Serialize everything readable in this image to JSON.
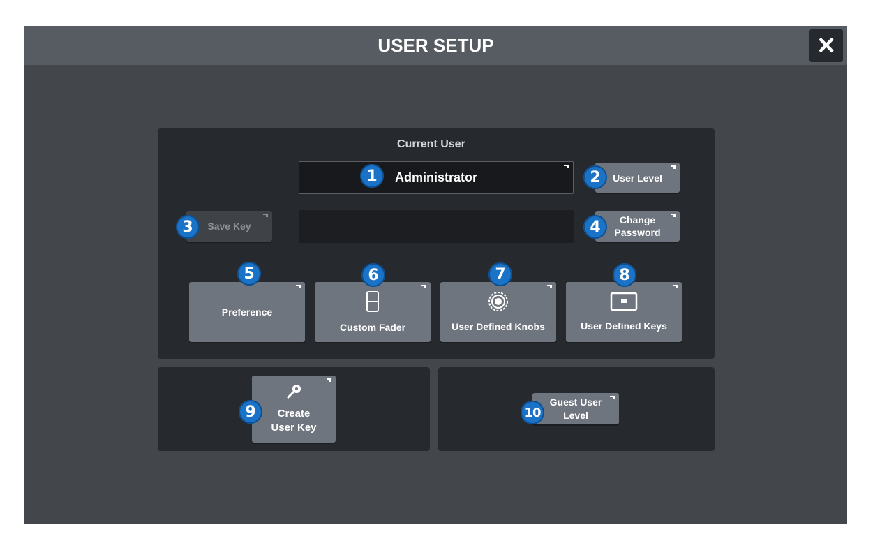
{
  "window": {
    "title": "USER SETUP",
    "close_icon": "✕"
  },
  "current_user": {
    "label": "Current User",
    "user_name": "Administrator",
    "user_level_label": "User Level",
    "save_key_label": "Save Key",
    "change_password_label_1": "Change",
    "change_password_label_2": "Password"
  },
  "functions": {
    "preference_label": "Preference",
    "custom_fader_label": "Custom Fader",
    "user_defined_knobs_label": "User Defined Knobs",
    "user_defined_keys_label": "User Defined Keys"
  },
  "user_key": {
    "create_label_1": "Create",
    "create_label_2": "User Key"
  },
  "guest": {
    "label_1": "Guest User",
    "label_2": "Level"
  },
  "callouts": [
    "1",
    "2",
    "3",
    "4",
    "5",
    "6",
    "7",
    "8",
    "9",
    "10"
  ],
  "colors": {
    "badge": "#1a73c7",
    "button": "#6f757e",
    "panel": "#26292d",
    "background": "#43464b"
  }
}
